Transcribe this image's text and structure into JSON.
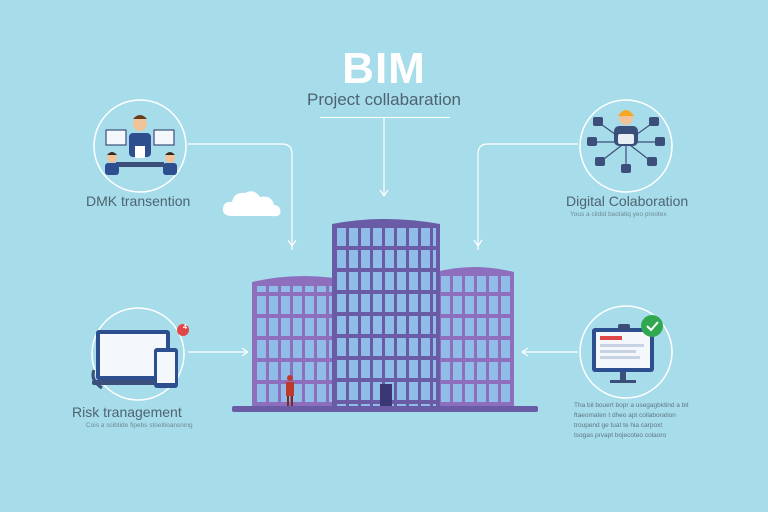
{
  "header": {
    "title": "BIM",
    "subtitle": "Project collabaration"
  },
  "nodes": {
    "top_left": {
      "label": "DMK transention",
      "icon": "team-meeting-icon"
    },
    "top_right": {
      "label": "Digital Colaboration",
      "caption": "Yous a cildid baolatiq yeo prootex",
      "icon": "network-people-icon"
    },
    "bottom_left": {
      "label": "Risk tranagement",
      "caption": "Cois a scibtide fipebs stoeitioansning",
      "icon": "devices-icon",
      "badge": "4"
    },
    "bottom_right": {
      "icon": "monitor-check-icon",
      "caption_lines": [
        "Tha bil bouert bopr a usegagbidind a bit",
        "ftaeomaten t dheo apt collaboration",
        "troupend ge tuat te hia carpoxt",
        "tsogas prvapt bojecoteo colaoro"
      ]
    }
  },
  "colors": {
    "background": "#a7dceb",
    "building_purple": "#8e6fbd",
    "building_dark": "#6a5ba6",
    "window_blue": "#8fbde8",
    "accent_green": "#2fa84f",
    "accent_red": "#e04848"
  }
}
